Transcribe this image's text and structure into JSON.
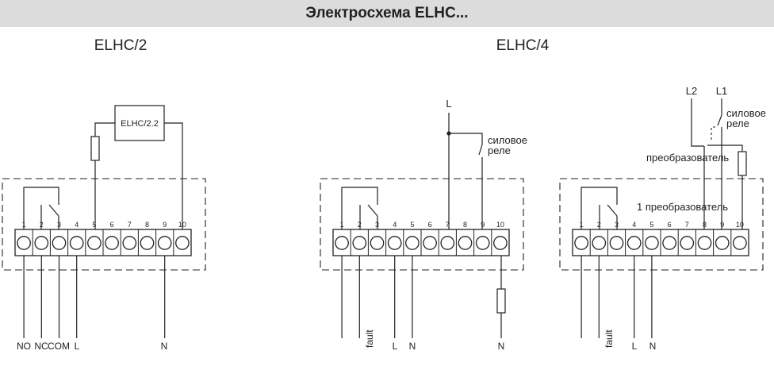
{
  "title": "Электросхема ELHC...",
  "diagrams": [
    {
      "heading": "ELHC/2",
      "module_label": "ELHC/2.2",
      "terminals": [
        "1",
        "2",
        "3",
        "4",
        "5",
        "6",
        "7",
        "8",
        "9",
        "10"
      ],
      "bottom_labels": {
        "no": "NO",
        "nc": "NC",
        "com": "COM",
        "l": "L",
        "n": "N"
      }
    },
    {
      "heading": "ELHC/4",
      "terminals": [
        "1",
        "2",
        "3",
        "4",
        "5",
        "6",
        "7",
        "8",
        "9",
        "10"
      ],
      "supply": "L",
      "relay_label_1": "силовое",
      "relay_label_2": "реле",
      "bottom_labels": {
        "fault": "fault",
        "l": "L",
        "n1": "N",
        "n2": "N"
      }
    },
    {
      "terminals": [
        "1",
        "2",
        "3",
        "4",
        "5",
        "6",
        "7",
        "8",
        "9",
        "10"
      ],
      "supply_l2": "L2",
      "supply_l1": "L1",
      "relay_label_1": "силовое",
      "relay_label_2": "реле",
      "converter_label": "преобразователь",
      "converter_label_numbered": "1 преобразователь",
      "bottom_labels": {
        "fault": "fault",
        "l": "L",
        "n": "N"
      }
    }
  ]
}
